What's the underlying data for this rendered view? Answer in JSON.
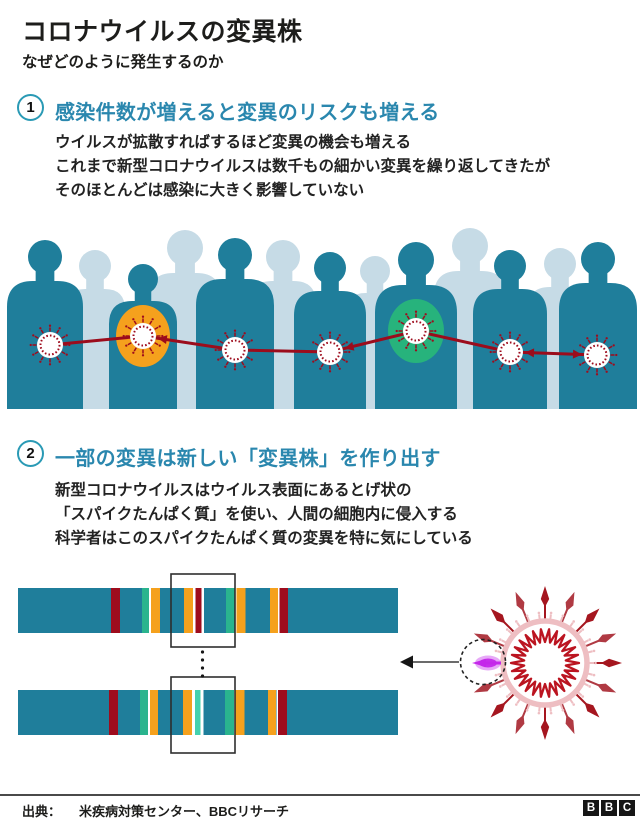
{
  "header": {
    "title": "コロナウイルスの変異株",
    "subtitle": "なぜどのように発生するのか"
  },
  "sections": [
    {
      "number": "1",
      "heading": "感染件数が増えると変異のリスクも増える",
      "body_lines": [
        "ウイルスが拡散すればするほど変異の機会も増える",
        "これまで新型コロナウイルスは数千もの細かい変異を繰り返してきたが",
        "そのほとんどは感染に大きく影響していない"
      ]
    },
    {
      "number": "2",
      "heading": "一部の変異は新しい「変異株」を作り出す",
      "body_lines": [
        "新型コロナウイルスはウイルス表面にあるとげ状の",
        "「スパイクたんぱく質」を使い、人間の細胞内に侵入する",
        "科学者はこのスパイクたんぱく質の変異を特に気にしている"
      ]
    }
  ],
  "footer": {
    "source_label": "出典：",
    "source_text": "米疾病対策センター、BBCリサーチ",
    "logo_letters": [
      "B",
      "B",
      "C"
    ]
  },
  "colors": {
    "teal": "#1f7e9b",
    "light_blue": "#c6dbe6",
    "heading_teal": "#2a87ae",
    "badge_ring": "#2a9ab5",
    "orange": "#f5a11d",
    "green": "#2ab48e",
    "green_halo": "#27b37c",
    "mint": "#44d1ae",
    "dark_red": "#9e0c1d",
    "chain_red": "#9b0c1c",
    "virus_red": "#a5161f",
    "zigzag_red": "#bb1420",
    "membrane_pink": "#eebec2",
    "magenta": "#c428ea",
    "text_dark": "#1d1d1b",
    "footer_line": "#4a4a4a",
    "bbc_black": "#161616",
    "white": "#ffffff"
  }
}
